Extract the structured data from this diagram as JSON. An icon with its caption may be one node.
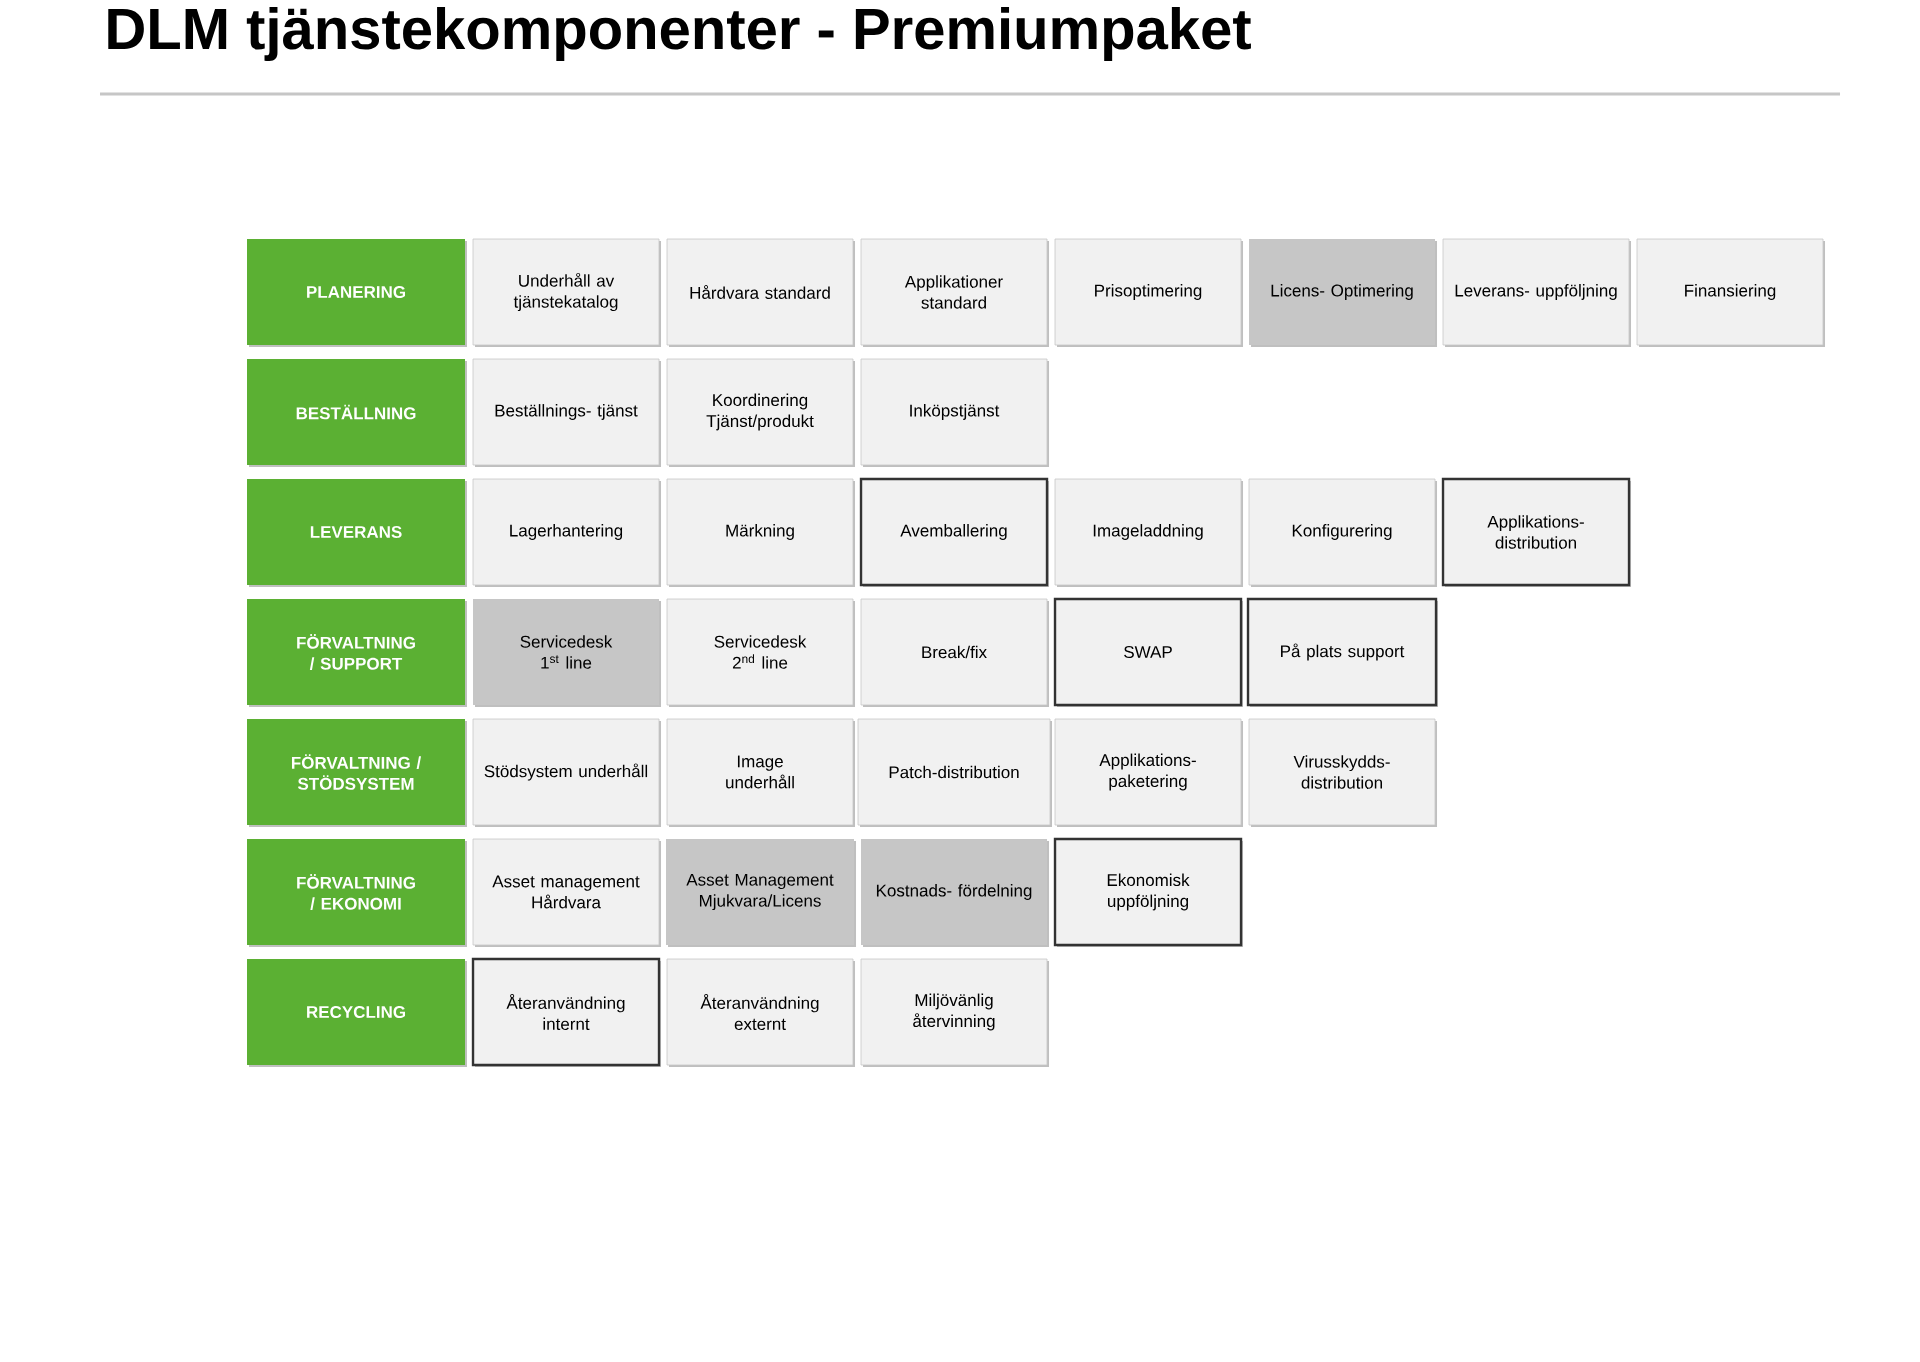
{
  "diagram": {
    "title": "DLM tjänstekomponenter - Premiumpaket",
    "nodes": [
      {
        "text": [
          "PLANERING"
        ]
      },
      {
        "text": [
          "Underhåll av tjänstekatalog"
        ]
      },
      {
        "text": [
          "Hårdvara standard"
        ]
      },
      {
        "text": [
          "Applikationer standard"
        ]
      },
      {
        "text": [
          "Prisoptimering"
        ]
      },
      {
        "text": [
          "Licens- Optimering"
        ]
      },
      {
        "text": [
          "Leverans- uppföljning"
        ]
      },
      {
        "text": [
          "Finansiering"
        ]
      },
      {
        "text": [
          "BESTÄLLNING"
        ]
      },
      {
        "text": [
          "Beställnings- tjänst"
        ]
      },
      {
        "text": [
          "Koordinering Tjänst/produkt"
        ]
      },
      {
        "text": [
          "Inköpstjänst"
        ]
      },
      {
        "text": [
          "LEVERANS"
        ]
      },
      {
        "text": [
          "Lagerhantering"
        ]
      },
      {
        "text": [
          "Märkning"
        ]
      },
      {
        "text": [
          "Avemballering"
        ]
      },
      {
        "text": [
          "Imageladdning"
        ]
      },
      {
        "text": [
          "Konfigurering"
        ]
      },
      {
        "text": [
          "Applikations- distribution"
        ]
      },
      {
        "text": [
          "FÖRVALTNING / SUPPORT"
        ]
      },
      {
        "text": [
          "Servicedesk 1$^{st}$ line"
        ]
      },
      {
        "text": [
          "Servicedesk 2$^{nd}$ line"
        ]
      },
      {
        "text": [
          "Break/fix"
        ]
      },
      {
        "text": [
          "SWAP"
        ]
      },
      {
        "text": [
          "På plats support"
        ]
      },
      {
        "text": [
          "FÖRVALTNING / STÖDSYSTEM"
        ]
      },
      {
        "text": [
          "Stödsystem underhåll"
        ]
      },
      {
        "text": [
          "Image underhåll"
        ]
      },
      {
        "text": [
          "Patch-distribution"
        ]
      },
      {
        "text": [
          "Applikations- paketering"
        ]
      },
      {
        "text": [
          "Virusskydds- distribution"
        ]
      },
      {
        "text": [
          "FÖRVALTNING / EKONOMI"
        ]
      },
      {
        "text": [
          "Asset management Hårdvara"
        ]
      },
      {
        "text": [
          "Asset Management Mjukvara/Licens"
        ]
      },
      {
        "text": [
          "Kostnads- fördelning"
        ]
      },
      {
        "text": [
          "Ekonomisk uppföljning"
        ]
      },
      {
        "text": [
          "RECYCLING"
        ]
      },
      {
        "text": [
          "Återanvändning internt"
        ]
      },
      {
        "text": [
          "Återanvändning externt"
        ]
      },
      {
        "text": [
          "Miljövänlig återvinning"
        ]
      }
    ]
  }
}
